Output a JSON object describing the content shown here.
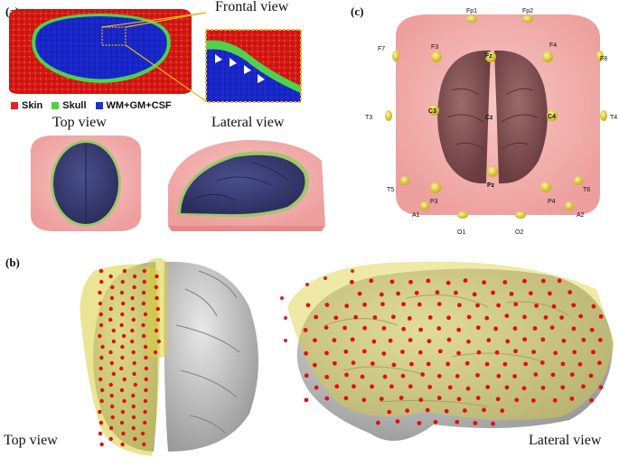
{
  "panels": {
    "a": {
      "label": "(a)",
      "frontal_title": "Frontal view",
      "top_title": "Top view",
      "lateral_title": "Lateral view",
      "legend": [
        {
          "name": "Skin",
          "color": "#e8211c"
        },
        {
          "name": "Skull",
          "color": "#4fd24a"
        },
        {
          "name": "WM+GM+CSF",
          "color": "#1f2fd6"
        }
      ]
    },
    "b": {
      "label": "(b)",
      "top_title": "Top view",
      "lateral_title": "Lateral view"
    },
    "c": {
      "label": "(c)",
      "electrodes": [
        "Fp1",
        "Fp2",
        "F7",
        "F3",
        "Fz",
        "F4",
        "F8",
        "T3",
        "C3",
        "Cz",
        "C4",
        "T4",
        "T5",
        "P3",
        "Pz",
        "P4",
        "T6",
        "A1",
        "A2",
        "O1",
        "O2"
      ]
    }
  },
  "colors": {
    "skin": "#e8211c",
    "skull": "#4fd24a",
    "brain": "#1f2fd6",
    "scalp_translucent": "#f4a6a6",
    "cortex": "#7b4a4e",
    "electrode": "#e8d84a",
    "mesh_electrode": "#e01010",
    "zoom_frame": "#f0b21a"
  }
}
